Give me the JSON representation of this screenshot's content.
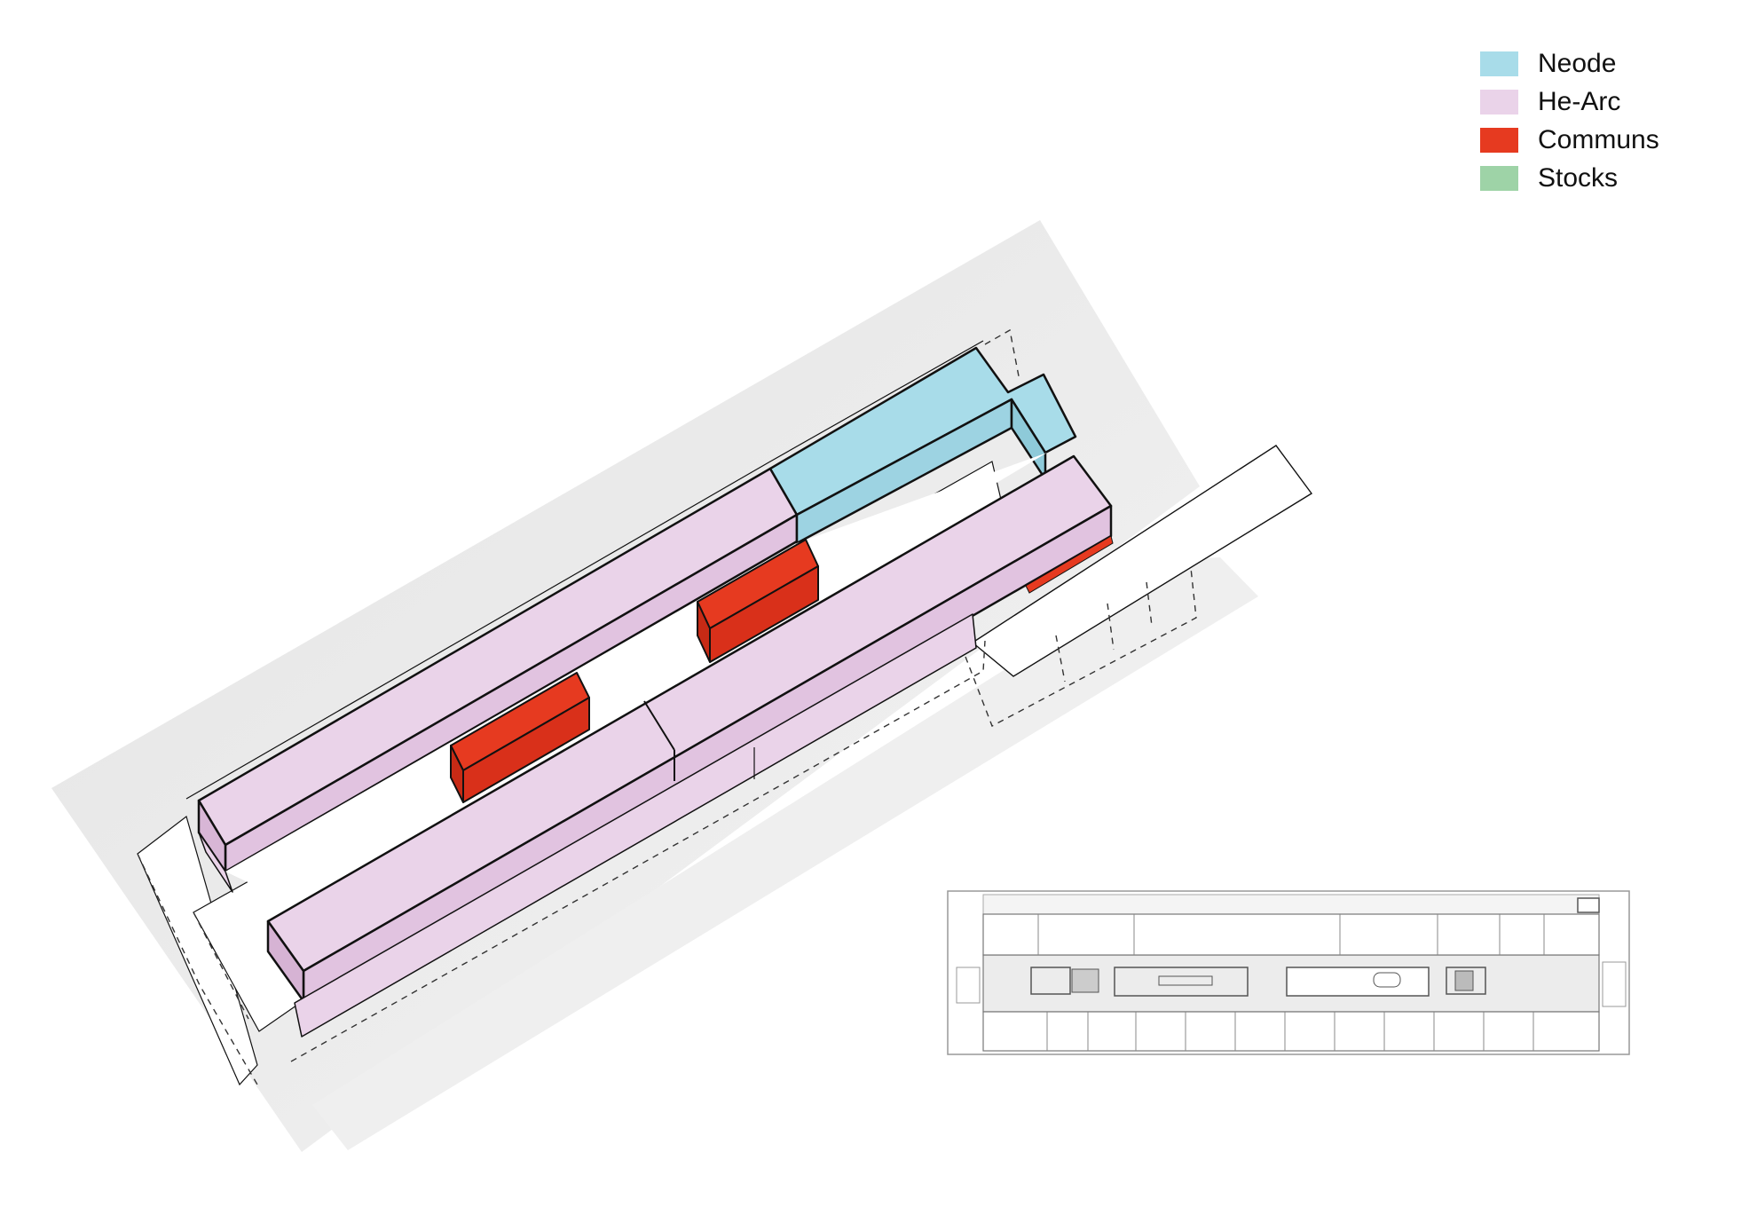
{
  "legend": {
    "items": [
      {
        "label": "Neode",
        "color": "#a8dce9"
      },
      {
        "label": "He-Arc",
        "color": "#ead3e9"
      },
      {
        "label": "Communs",
        "color": "#e63a20"
      },
      {
        "label": "Stocks",
        "color": "#9ed3a7"
      }
    ]
  },
  "colors": {
    "site_shadow": "#e7e7e7",
    "outline": "#111111",
    "plan_fill": "#ececec",
    "plan_line": "#777777"
  }
}
